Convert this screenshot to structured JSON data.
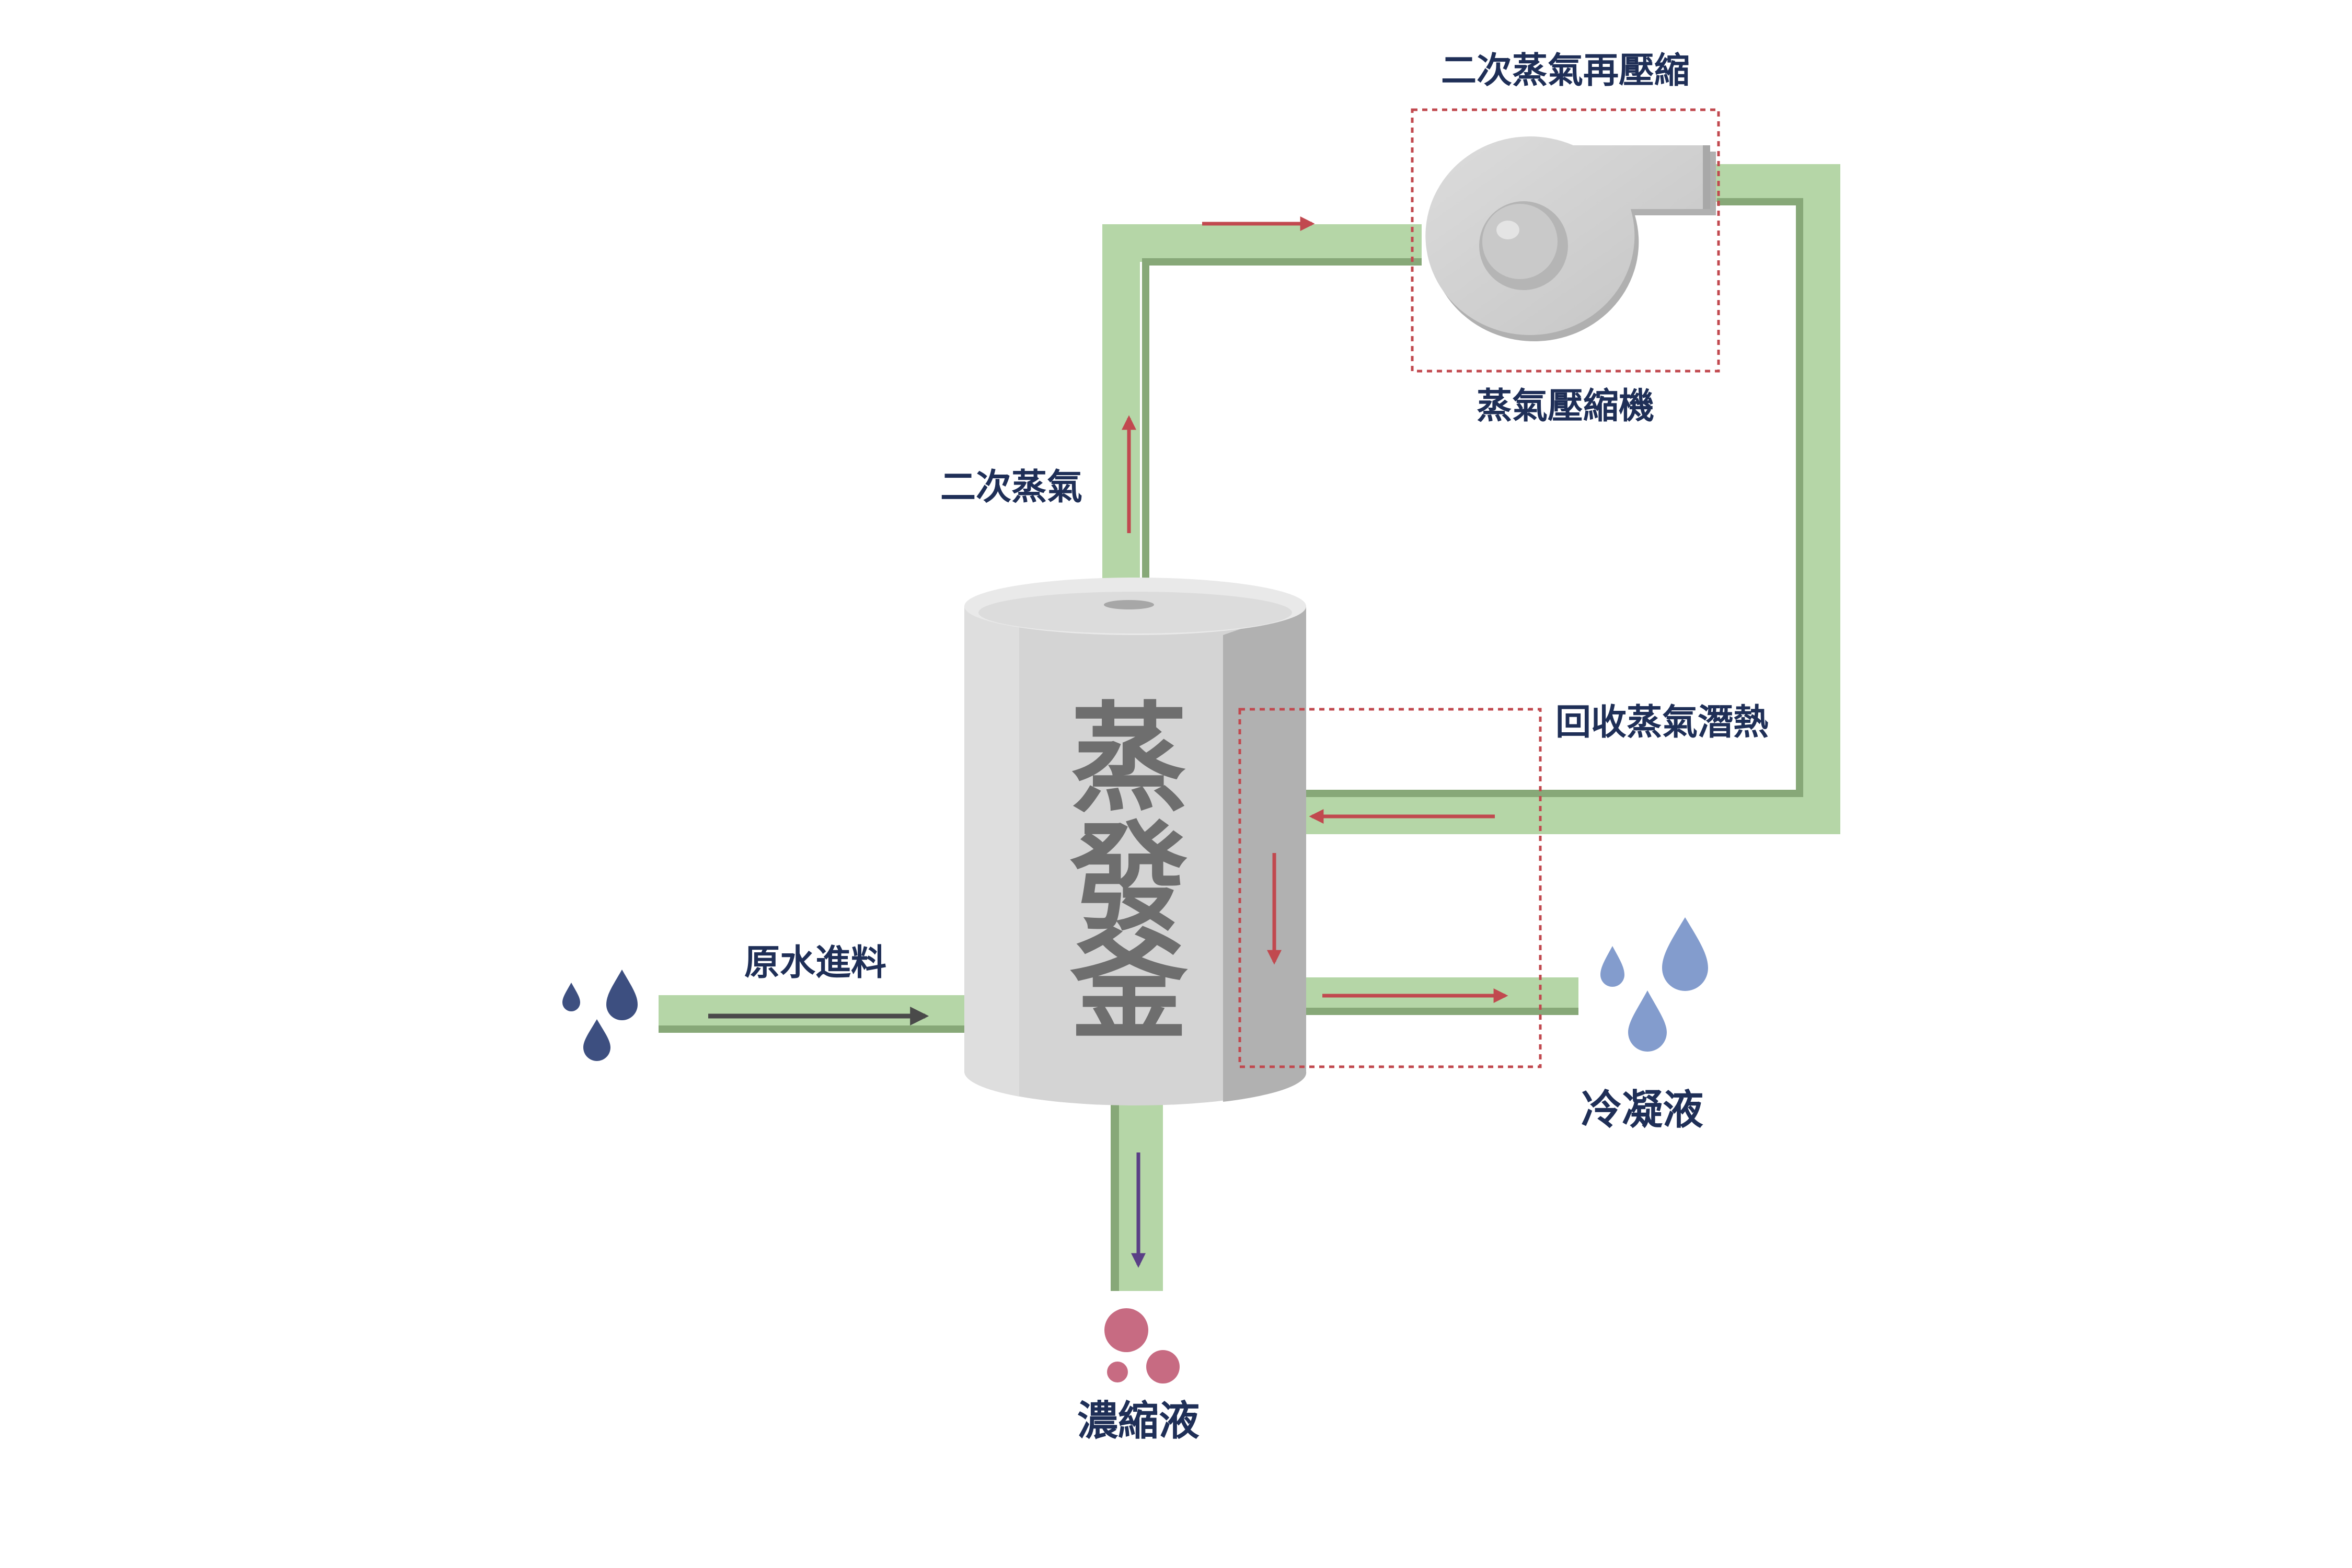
{
  "labels": {
    "vapor_recompression": "二次蒸氣再壓縮",
    "steam_compressor": "蒸氣壓縮機",
    "secondary_steam": "二次蒸氣",
    "recover_latent_heat": "回收蒸氣潛熱",
    "raw_water_feed": "原水進料",
    "condensate": "冷凝液",
    "concentrate": "濃縮液",
    "evaporator": [
      "蒸",
      "發",
      "釜"
    ]
  },
  "colors": {
    "pipe": "#b5d6a7",
    "pipe_shadow": "#87a878",
    "flow_arrow": "#c1494f",
    "feed_arrow": "#4a4a4a",
    "concentrate_arrow": "#5a3f86",
    "label_text": "#1f2f57",
    "vessel_body": "#d4d4d4",
    "vessel_side": "#b1b1b1",
    "vessel_text": "#6e6e6e",
    "dashed_box": "#c1494f",
    "feed_drops": "#3d4f80",
    "condensate_drops": "#839ccd",
    "concentrate_dots": "#c76b82"
  },
  "icons": {
    "compressor": "centrifugal-compressor-icon",
    "feed": "water-drops-icon",
    "condensate": "water-drops-icon",
    "concentrate": "concentrate-dots-icon"
  }
}
